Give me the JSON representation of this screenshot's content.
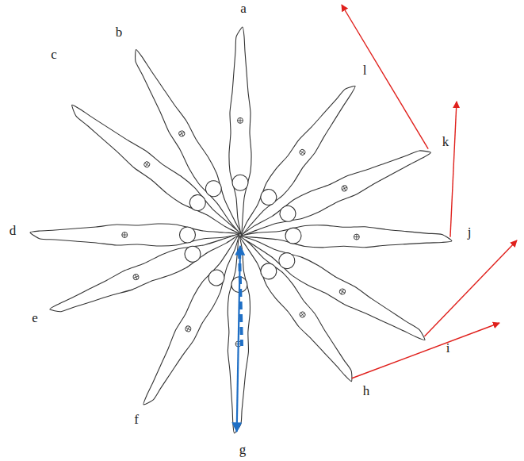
{
  "diagram": {
    "labels": [
      "a",
      "b",
      "c",
      "d",
      "e",
      "f",
      "g",
      "h",
      "i",
      "j",
      "k",
      "l"
    ]
  }
}
